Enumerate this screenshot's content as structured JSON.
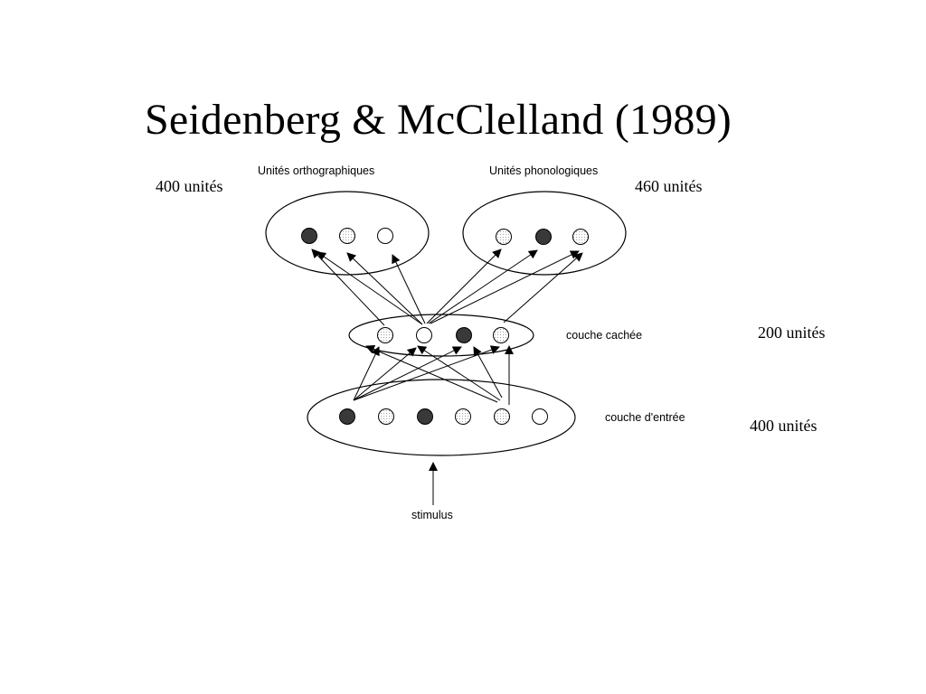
{
  "title": "Seidenberg & McClelland (1989)",
  "layers": {
    "orthographic": {
      "name": "Unités orthographiques",
      "count": "400 unités",
      "units": [
        "filled",
        "dotted",
        "empty"
      ]
    },
    "phonological": {
      "name": "Unités phonologiques",
      "count": "460 unités",
      "units": [
        "dotted",
        "filled",
        "dotted"
      ]
    },
    "hidden": {
      "name": "couche cachée",
      "count": "200 unités",
      "units": [
        "dotted",
        "empty",
        "filled",
        "dotted"
      ]
    },
    "input": {
      "name": "couche d'entrée",
      "count": "400 unités",
      "units": [
        "filled",
        "dotted",
        "filled",
        "dotted",
        "dotted",
        "empty"
      ]
    }
  },
  "stimulus_label": "stimulus"
}
